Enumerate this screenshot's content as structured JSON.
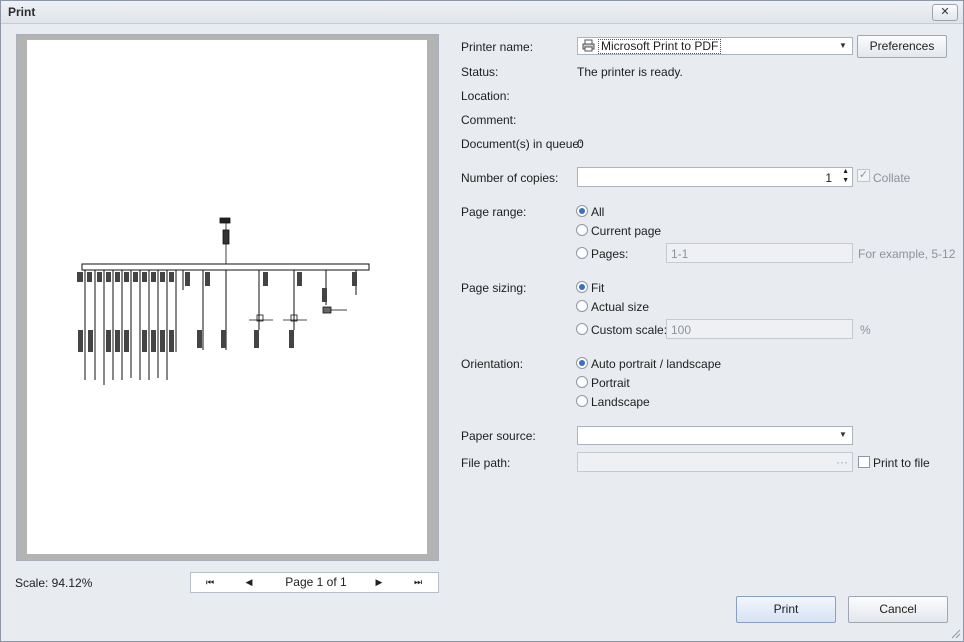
{
  "window": {
    "title": "Print"
  },
  "preview": {
    "scale_text": "Scale: 94.12%",
    "page_text": "Page 1 of 1"
  },
  "printer": {
    "name_label": "Printer name:",
    "name_value": "Microsoft Print to PDF",
    "preferences_label": "Preferences",
    "status_label": "Status:",
    "status_value": "The printer is ready.",
    "location_label": "Location:",
    "comment_label": "Comment:",
    "queue_label": "Document(s) in queue:",
    "queue_value": "0"
  },
  "copies": {
    "label": "Number of copies:",
    "value": "1",
    "collate_label": "Collate",
    "collate_checked": true
  },
  "page_range": {
    "label": "Page range:",
    "options": [
      "All",
      "Current page",
      "Pages:"
    ],
    "selected": "All",
    "pages_value": "1-1",
    "hint": "For example, 5-12"
  },
  "page_sizing": {
    "label": "Page sizing:",
    "options": [
      "Fit",
      "Actual size",
      "Custom scale:"
    ],
    "selected": "Fit",
    "custom_value": "100",
    "unit": "%"
  },
  "orientation": {
    "label": "Orientation:",
    "options": [
      "Auto portrait / landscape",
      "Portrait",
      "Landscape"
    ],
    "selected": "Auto portrait / landscape"
  },
  "paper_source": {
    "label": "Paper source:",
    "value": ""
  },
  "file_path": {
    "label": "File path:",
    "browse": "···",
    "print_to_file_label": "Print to file"
  },
  "actions": {
    "print_label": "Print",
    "cancel_label": "Cancel"
  },
  "icons": {
    "close": "close-icon",
    "printer": "printer-icon",
    "first": "first-page-icon",
    "prev": "prev-page-icon",
    "next": "next-page-icon",
    "last": "last-page-icon"
  }
}
